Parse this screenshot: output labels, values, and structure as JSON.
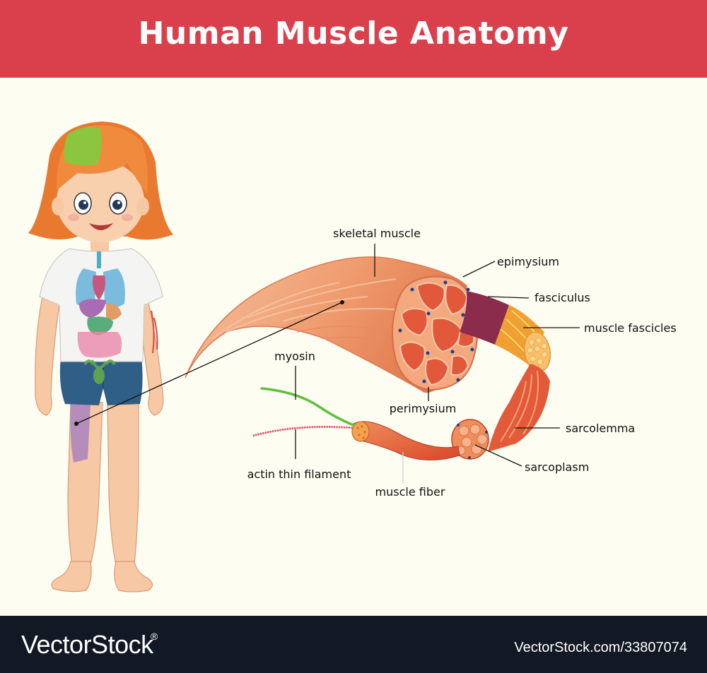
{
  "title": "Human Muscle Anatomy",
  "labels": {
    "skeletal_muscle": "skeletal muscle",
    "epimysium": "epimysium",
    "fasciculus": "fasciculus",
    "muscle_fascicles": "muscle fascicles",
    "myosin": "myosin",
    "perimysium": "perimysium",
    "sarcolemma": "sarcolemma",
    "sarcoplasm": "sarcoplasm",
    "actin_thin_filament": "actin thin filament",
    "muscle_fiber": "muscle fiber"
  },
  "footer": {
    "brand": "VectorStock",
    "brand_mark": "®",
    "url": "VectorStock.com/33807074"
  },
  "colors": {
    "header": "#d9404b",
    "background": "#fefdf1",
    "footer": "#121924",
    "muscle": "#ef9a6c",
    "fascicle_red": "#e35a3a",
    "fasciculus_purple": "#8b2c4c",
    "myosin_green": "#5fbf3f",
    "actin_red": "#c8334b"
  }
}
